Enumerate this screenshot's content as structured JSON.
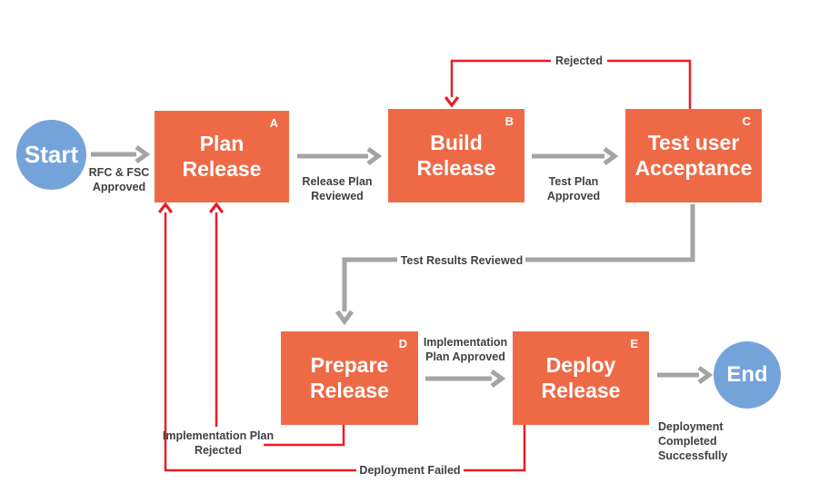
{
  "diagram": {
    "type": "flowchart",
    "colors": {
      "process_fill": "#ee6a47",
      "terminal_fill": "#74a3da",
      "flow_arrow": "#a5a3a3",
      "reject_arrow": "#ec1c24",
      "label_text": "#414042",
      "node_text": "#ffffff",
      "background": "#ffffff"
    },
    "nodes": {
      "start": {
        "label": "Start"
      },
      "plan": {
        "label": "Plan Release",
        "letter": "A"
      },
      "build": {
        "label": "Build Release",
        "letter": "B"
      },
      "test": {
        "label": "Test user Acceptance",
        "letter": "C"
      },
      "prepare": {
        "label": "Prepare Release",
        "letter": "D"
      },
      "deploy": {
        "label": "Deploy Release",
        "letter": "E"
      },
      "end": {
        "label": "End"
      }
    },
    "edges": {
      "rfc_fsc_approved": "RFC & FSC Approved",
      "release_plan_reviewed": "Release Plan Reviewed",
      "test_plan_approved": "Test Plan Approved",
      "rejected": "Rejected",
      "test_results_reviewed": "Test Results Reviewed",
      "implementation_plan_approved": "Implementation Plan Approved",
      "implementation_plan_rejected": "Implementation Plan Rejected",
      "deployment_failed": "Deployment Failed",
      "deployment_completed_successfully": "Deployment Completed Successfully"
    }
  }
}
